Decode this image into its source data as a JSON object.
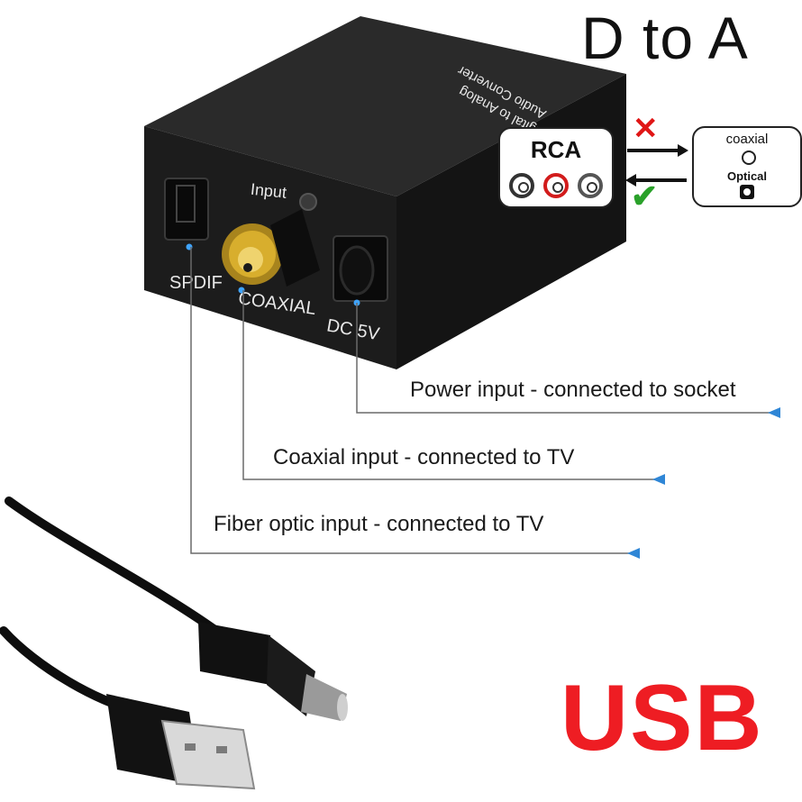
{
  "title": "D to A",
  "badge": "USB",
  "colors": {
    "badge": "#ee1d23",
    "callout_line": "#2f86d6",
    "cross": "#e01515",
    "check": "#2aa12a",
    "device": "#1b1b1b"
  },
  "device": {
    "top_label_line1": "Digital to Analog",
    "top_label_line2": "Audio Converter",
    "input_label": "Input",
    "ports": [
      "SPDIF",
      "COAXIAL",
      "DC 5V"
    ]
  },
  "compat": {
    "rca_label": "RCA",
    "output_label_1": "coaxial",
    "output_label_2": "Optical",
    "cross_icon": "cross-icon",
    "check_icon": "check-icon"
  },
  "callouts": [
    "Power input - connected to socket",
    "Coaxial input - connected to TV",
    "Fiber optic input - connected to TV"
  ]
}
